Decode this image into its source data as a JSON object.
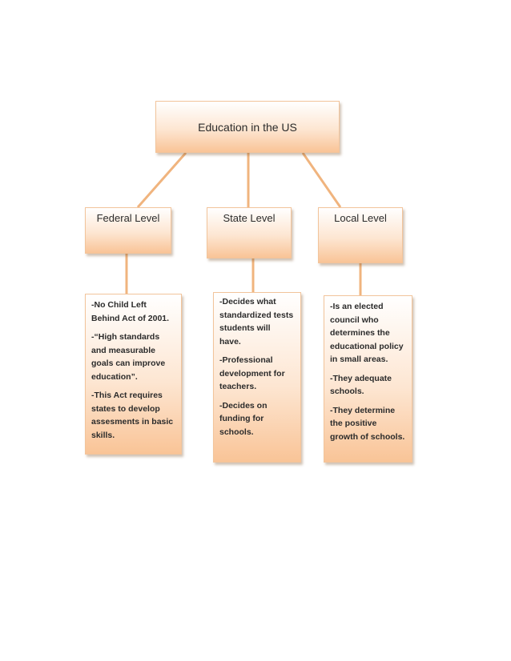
{
  "root": {
    "label": "Education in the US"
  },
  "levels": [
    {
      "label": "Federal Level",
      "details": [
        "-No Child Left Behind Act of 2001.",
        "-“High standards and measurable goals can improve education”.",
        "-This Act requires states to develop assesments in basic skills."
      ]
    },
    {
      "label": "State Level",
      "details": [
        "-Decides what standardized tests students will have.",
        "-Professional development for teachers.",
        "-Decides on funding for schools."
      ]
    },
    {
      "label": "Local Level",
      "details": [
        "-Is an elected council who determines the educational policy in small areas.",
        "-They adequate schools.",
        "-They determine the positive growth of schools."
      ]
    }
  ],
  "colors": {
    "connector": "#f0b47e",
    "box_border": "#f2c49b",
    "box_fill_light": "#ffffff",
    "box_fill_dark": "#f9c497"
  }
}
